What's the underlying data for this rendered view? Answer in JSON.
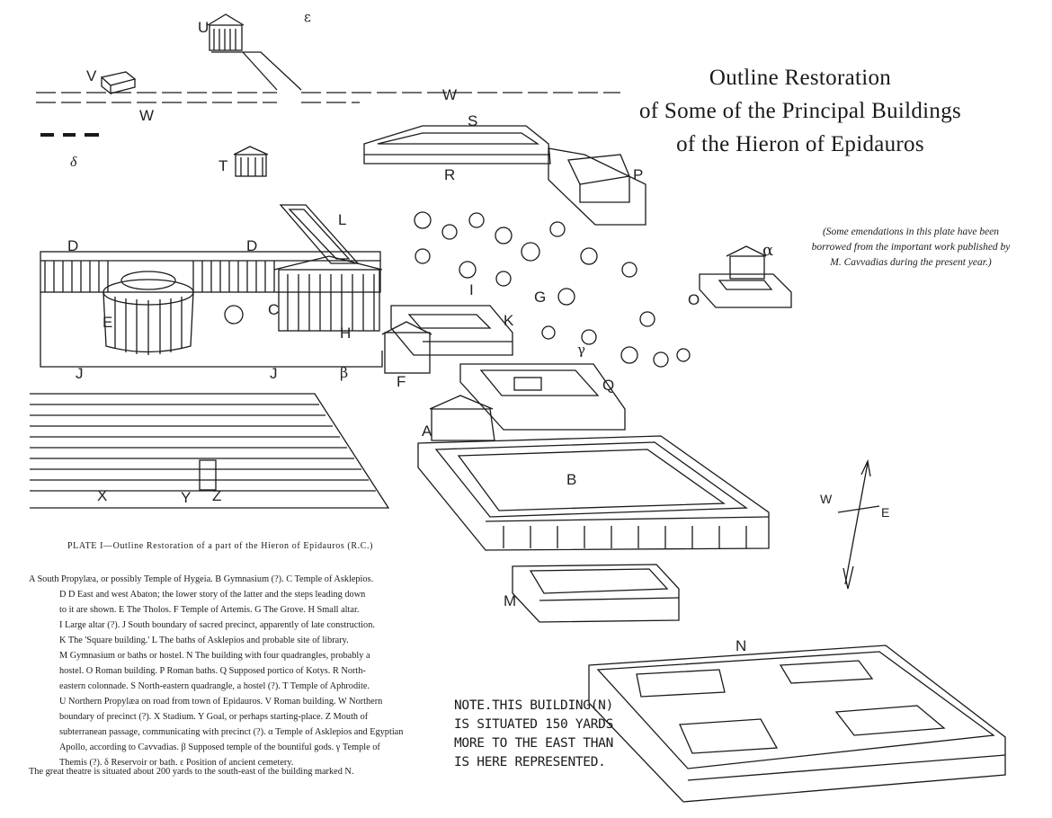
{
  "title": {
    "line1": "Outline Restoration",
    "line2": "of Some of the Principal Buildings",
    "line3": "of the Hieron of Epidauros"
  },
  "emendation": {
    "line1": "(Some emendations in this plate have been",
    "line2": "borrowed from the important work published by",
    "line3": "M. Cavvadias during the present year.)"
  },
  "plate_caption": "PLATE I—Outline Restoration of a part of the Hieron of Epidauros (R.C.)",
  "key": [
    "A South Propylæa, or possibly Temple of Hygeia.  B Gymnasium (?).  C Temple of Asklepios.",
    "D D East and west Abaton; the lower story of the latter and the steps leading down",
    "to it are shown.  E The Tholos.  F Temple of Artemis.  G The Grove.  H Small altar.",
    "I Large altar (?).  J South boundary of sacred precinct, apparently of late construction.",
    "K The 'Square building.'  L The baths of Asklepios and probable site of library.",
    "M Gymnasium or baths or hostel.  N The building with four quadrangles, probably a",
    "hostel.  O Roman building.  P Roman baths.  Q Supposed portico of Kotys.  R North-",
    "eastern colonnade.  S North-eastern quadrangle, a hostel (?).  T Temple of Aphrodite.",
    "U Northern Propylæa on road from town of Epidauros.  V Roman building.  W Northern",
    "boundary of precinct (?).  X Stadium.  Y Goal, or perhaps starting-place.  Z Mouth of",
    "subterranean passage, communicating with precinct (?).  α Temple of Asklepios and Egyptian",
    "Apollo, according to Cavvadias.  β Supposed temple of the bountiful gods.  γ Temple of",
    "Themis (?).  δ Reservoir or bath.  ε Position of ancient cemetery."
  ],
  "theatre_note": "The great theatre is situated about 200 yards to the south-east of the building marked N.",
  "note": {
    "line1": "NOTE.THIS BUILDING(N)",
    "line2": "IS SITUATED 150 YARDS",
    "line3": "MORE TO THE EAST THAN",
    "line4": "IS HERE REPRESENTED."
  },
  "compass": {
    "west": "W",
    "east": "E"
  },
  "map_labels": {
    "U": "U",
    "epsilon": "ε",
    "V": "V",
    "W1": "W",
    "W2": "W",
    "S": "S",
    "delta": "δ",
    "T": "T",
    "R": "R",
    "P": "P",
    "L": "L",
    "D1": "D",
    "D2": "D",
    "E": "E",
    "C": "C",
    "H": "H",
    "I": "I",
    "G": "G",
    "K": "K",
    "alpha": "α",
    "O": "O",
    "gamma": "γ",
    "J1": "J",
    "J2": "J",
    "beta": "β",
    "F": "F",
    "Q": "Q",
    "A": "A",
    "B": "B",
    "X": "X",
    "Y": "Y",
    "Z": "Z",
    "M": "M",
    "N": "N"
  }
}
